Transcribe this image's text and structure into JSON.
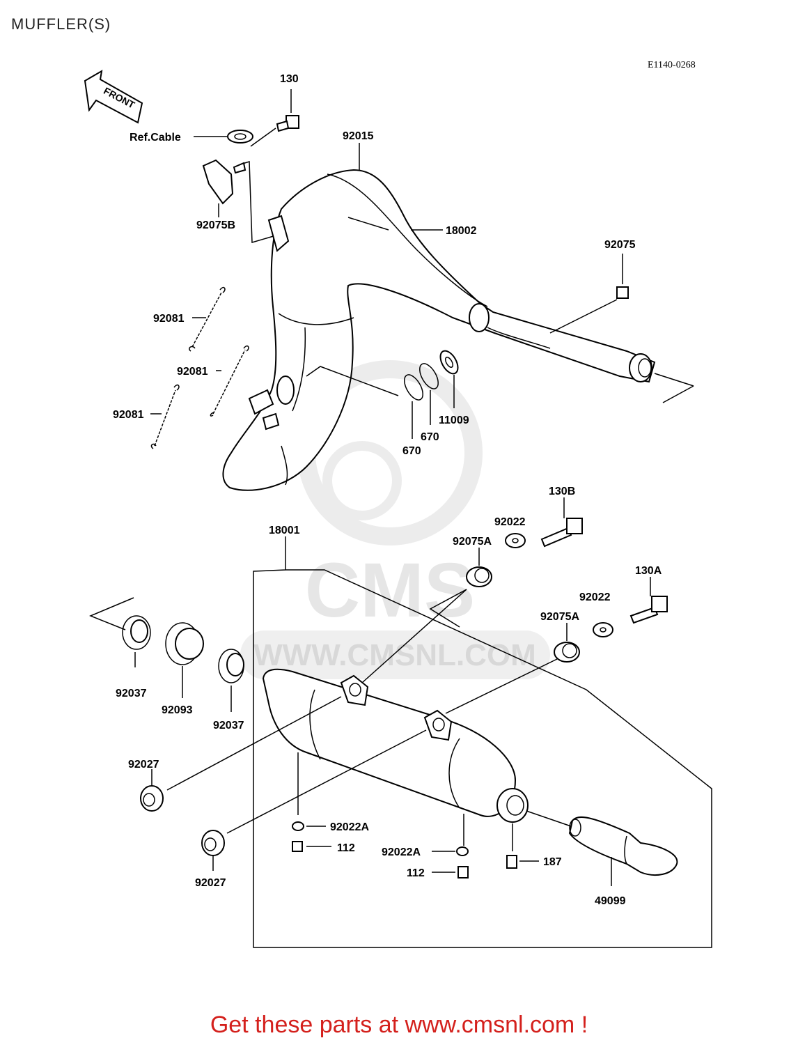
{
  "page": {
    "title": "MUFFLER(S)",
    "diagram_code": "E1140-0268",
    "footer": "Get these parts at www.cmsnl.com !"
  },
  "watermark": {
    "brand": "CMS",
    "url": "WWW.CMSNL.COM"
  },
  "front_arrow": "FRONT",
  "labels": {
    "l130": "130",
    "ref_cable": "Ref.Cable",
    "l92015": "92015",
    "l92075B": "92075B",
    "l18002": "18002",
    "l92075": "92075",
    "l92081a": "92081",
    "l92081b": "92081",
    "l92081c": "92081",
    "l11009": "11009",
    "l670a": "670",
    "l670b": "670",
    "l130B": "130B",
    "l92022a": "92022",
    "l92075Aa": "92075A",
    "l18001": "18001",
    "l130A": "130A",
    "l92022b": "92022",
    "l92075Ab": "92075A",
    "l92037a": "92037",
    "l92093": "92093",
    "l92037b": "92037",
    "l92027a": "92027",
    "l92022Aa": "92022A",
    "l112a": "112",
    "l92022Ab": "92022A",
    "l112b": "112",
    "l187": "187",
    "l49099": "49099",
    "l92027b": "92027"
  },
  "colors": {
    "footer_text": "#d4201c",
    "watermark": "#e6e6e6",
    "line": "#000000"
  }
}
